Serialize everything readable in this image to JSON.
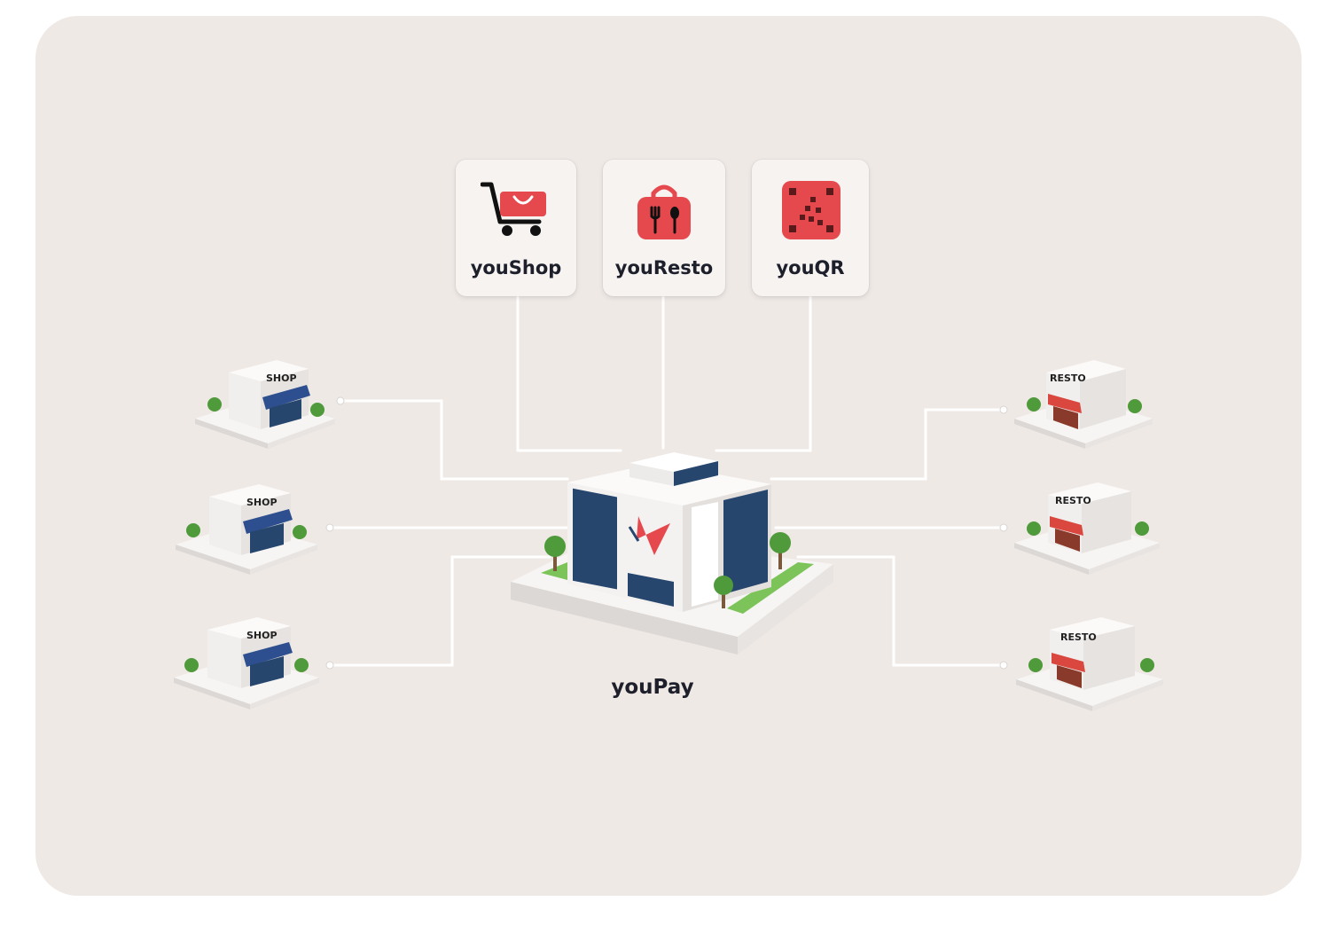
{
  "apps": [
    {
      "label": "youShop",
      "icon": "shopping-cart-icon"
    },
    {
      "label": "youResto",
      "icon": "food-bag-icon"
    },
    {
      "label": "youQR",
      "icon": "qr-code-icon"
    }
  ],
  "hub": {
    "label": "youPay",
    "icon": "star-building-icon"
  },
  "shops": [
    {
      "sign": "SHOP"
    },
    {
      "sign": "SHOP"
    },
    {
      "sign": "SHOP"
    }
  ],
  "restos": [
    {
      "sign": "RESTO"
    },
    {
      "sign": "RESTO"
    },
    {
      "sign": "RESTO"
    }
  ],
  "colors": {
    "accent": "#e5484d",
    "shop_awning": "#2e4f8f",
    "resto_awning": "#d9473f",
    "background": "#efe9e6"
  }
}
